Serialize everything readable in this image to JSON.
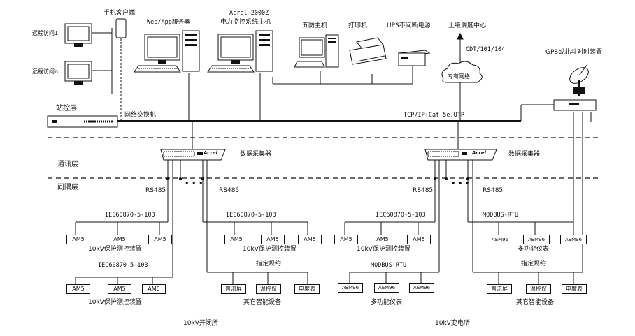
{
  "layers": {
    "station": "站控层",
    "comm": "通讯层",
    "bay": "间隔层"
  },
  "top": {
    "remote1": "远程访问1",
    "remoten": "远程访问n",
    "mobile": "手机客户端",
    "web_server": "Web/App服务器",
    "host_line1": "Acrel-2000Z",
    "host_line2": "电力监控系统主机",
    "wufang": "五防主机",
    "printer": "打印机",
    "ups": "UPS不间断电源",
    "dispatch": "上级调度中心",
    "cdt": "CDT/101/104",
    "private_net": "专有网络",
    "gps": "GPS或北斗对时装置",
    "switch": "网络交换机",
    "tcpip": "TCP/IP:Cat.5e.UTP"
  },
  "collector": {
    "label_left": "数据采集器",
    "label_right": "数据采集器",
    "brand": "Acrel"
  },
  "bus": {
    "rs485": "RS485",
    "iec": "IEC60870-5-103",
    "modbus": "MODBUS-RTU",
    "dots": "• • •"
  },
  "devices": {
    "am5": "AM5",
    "aem96": "AEM96",
    "dc_screen": "直流屏",
    "temp_ctrl": "温控仪",
    "energy_meter": "电度表"
  },
  "captions": {
    "protect": "10kV保护测控装置",
    "multi": "多功能仪表",
    "designated": "指定规约",
    "other": "其它智能设备"
  },
  "stations": {
    "left": "10kV开闭所",
    "right": "10kV变电所"
  }
}
